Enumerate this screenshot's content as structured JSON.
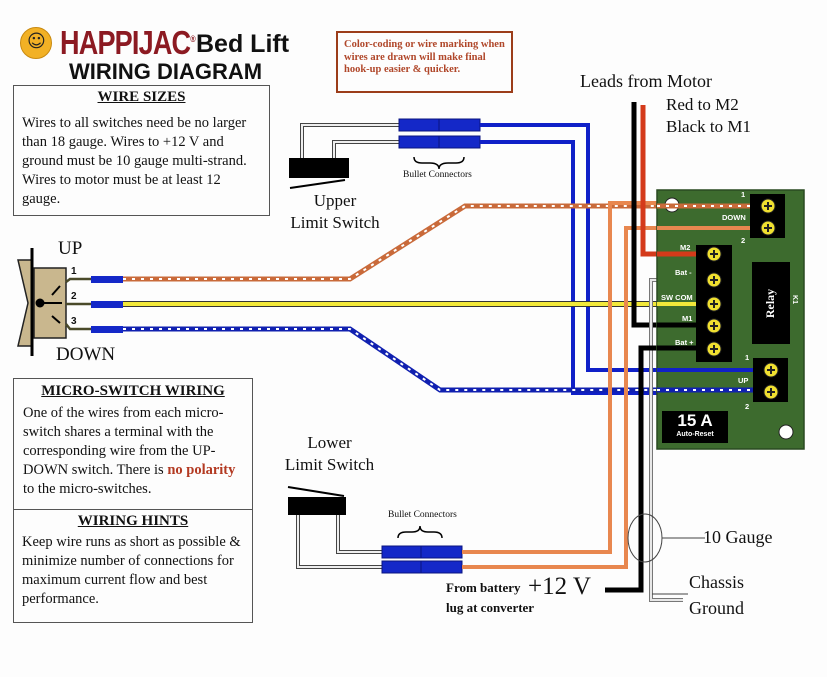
{
  "header": {
    "brand": "HAPPIJAC",
    "brand_mark": "®",
    "product": "Bed Lift",
    "title": "WIRING DIAGRAM",
    "logo_icon": "smiley-face-icon"
  },
  "note": {
    "text": "Color-coding or wire marking when wires are drawn will make final hook-up easier & quicker.",
    "border_color": "#9c3d1a",
    "text_color": "#b0472a"
  },
  "wire_sizes": {
    "heading": "WIRE SIZES",
    "body": "Wires to all  switches need be no larger than 18 gauge.  Wires to +12 V and ground must be 10 gauge multi-strand. Wires to motor must be at least 12 gauge."
  },
  "micro_switch_wiring": {
    "heading": "MICRO-SWITCH WIRING",
    "body_before": " One of the wires from each micro-switch shares a terminal with the corresponding wire from the UP-DOWN switch.  There is ",
    "body_highlight": "no polarity",
    "body_after": " to the micro-switches."
  },
  "wiring_hints": {
    "heading": "WIRING HINTS",
    "body": "Keep wire runs as short as possible & minimize number of connections for maximum current flow and best performance."
  },
  "rocker_switch": {
    "up_label": "UP",
    "down_label": "DOWN",
    "terminals": [
      "1",
      "2",
      "3"
    ]
  },
  "upper_limit_switch": {
    "label_line1": "Upper",
    "label_line2": "Limit Switch",
    "connectors_label": "Bullet Connectors"
  },
  "lower_limit_switch": {
    "label_line1": "Lower",
    "label_line2": "Limit Switch",
    "connectors_label": "Bullet Connectors"
  },
  "motor": {
    "heading": "Leads from Motor",
    "red_note": "Red to M2",
    "black_note": "Black to M1"
  },
  "board": {
    "down_block": {
      "label": "DOWN",
      "terminal_1": "1",
      "terminal_2": "2"
    },
    "up_block": {
      "label": "UP",
      "terminal_1": "1",
      "terminal_2": "2"
    },
    "main_terminals": [
      "M2",
      "Bat -",
      "SW COM",
      "M1",
      "Bat +"
    ],
    "relay_label": "Relay",
    "relay_id": "K1",
    "breaker_rating": "15 A",
    "breaker_type": "Auto-Reset",
    "board_color": "#3d6b2e"
  },
  "power": {
    "source_line1": "From battery",
    "source_line2": "lug at converter",
    "voltage": "+12 V",
    "gauge": "10 Gauge",
    "ground_line1": "Chassis",
    "ground_line2": "Ground"
  },
  "wire_colors": {
    "orange": "#e8874f",
    "orange_striped": "#c96a3a",
    "blue": "#1020c8",
    "yellow": "#f2e83a",
    "red": "#d43a1a",
    "black": "#000000",
    "gray": "#d8d8d8"
  }
}
